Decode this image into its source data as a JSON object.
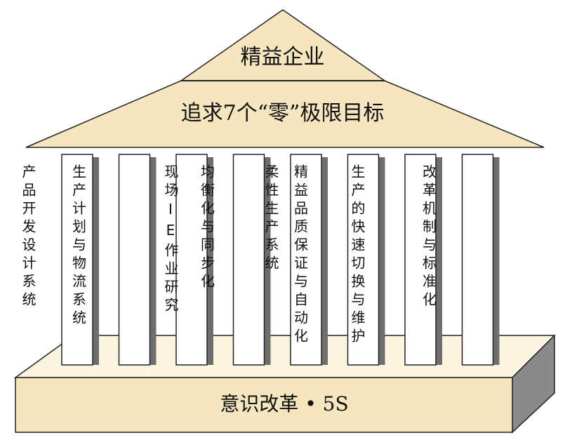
{
  "roof": {
    "title": "精益企业",
    "subtitle": "追求7个“零”极限目标"
  },
  "pillars": [
    {
      "label": "产品开发设计系统"
    },
    {
      "label": "生产计划与物流系统"
    },
    {
      "label": "现场IE作业研究"
    },
    {
      "label": "均衡化与同步化"
    },
    {
      "label": "柔性生产系统"
    },
    {
      "label": "精益品质保证与自动化"
    },
    {
      "label": "生产的快速切换与维护"
    },
    {
      "label": "改革机制与标准化"
    }
  ],
  "base": {
    "label": "意识改革 • 5S"
  },
  "colors": {
    "fill": "#f6e6bf",
    "pillar_fill": "#ffffff",
    "pillar_shadow": "#6e6e6e",
    "outline": "#222222"
  }
}
